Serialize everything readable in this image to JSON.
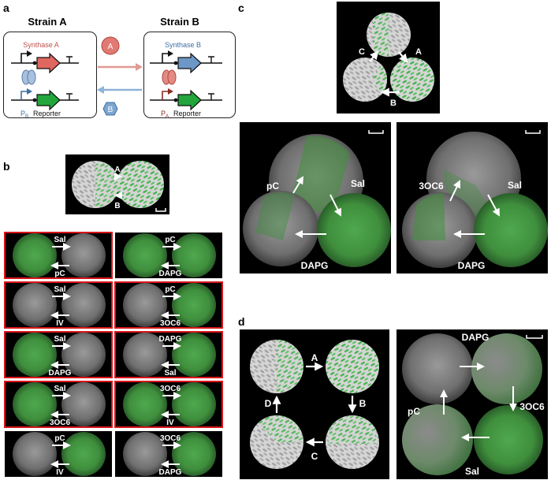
{
  "panels": {
    "a": "a",
    "b": "b",
    "c": "c",
    "d": "d"
  },
  "a": {
    "strainA": {
      "title": "Strain A",
      "synthase": "Synthase A",
      "reporter_prefix": "P",
      "reporter_sub": "B",
      "reporter": "Reporter"
    },
    "strainB": {
      "title": "Strain B",
      "synthase": "Synthase B",
      "reporter_prefix": "P",
      "reporter_sub": "A",
      "reporter": "Reporter"
    },
    "signalA": "A",
    "signalB": "B"
  },
  "b": {
    "schematic": {
      "top": "A",
      "bottom": "B"
    },
    "tiles": [
      {
        "top": "Sal",
        "bottom": "pC",
        "red": true
      },
      {
        "top": "pC",
        "bottom": "DAPG",
        "red": false
      },
      {
        "top": "Sal",
        "bottom": "IV",
        "red": true
      },
      {
        "top": "pC",
        "bottom": "3OC6",
        "red": true
      },
      {
        "top": "Sal",
        "bottom": "DAPG",
        "red": true
      },
      {
        "top": "DAPG",
        "bottom": "Sal",
        "red": true
      },
      {
        "top": "Sal",
        "bottom": "3OC6",
        "red": true
      },
      {
        "top": "3OC6",
        "bottom": "IV",
        "red": true
      },
      {
        "top": "pC",
        "bottom": "IV",
        "red": false
      },
      {
        "top": "3OC6",
        "bottom": "DAPG",
        "red": false
      }
    ]
  },
  "c": {
    "schematic": {
      "a": "A",
      "b": "B",
      "c": "C"
    },
    "left": {
      "tl": "pC",
      "tr": "Sal",
      "bottom": "DAPG"
    },
    "right": {
      "tl": "3OC6",
      "tr": "Sal",
      "bottom": "DAPG"
    }
  },
  "d": {
    "schematic": {
      "a": "A",
      "b": "B",
      "c": "C",
      "d": "D"
    },
    "photo": {
      "top": "DAPG",
      "left": "pC",
      "right": "3OC6",
      "bottom": "Sal"
    }
  },
  "colors": {
    "green": "#3fae49",
    "grey": "#a7a7a7",
    "red_frame": "#d8161b",
    "synthaseA": "#e0675f",
    "synthaseB": "#6c97c7",
    "signalA": "#e07a72",
    "signalB": "#7ea6d0",
    "arrow_red": "#e29a93",
    "arrow_blue": "#8fb3d8"
  }
}
